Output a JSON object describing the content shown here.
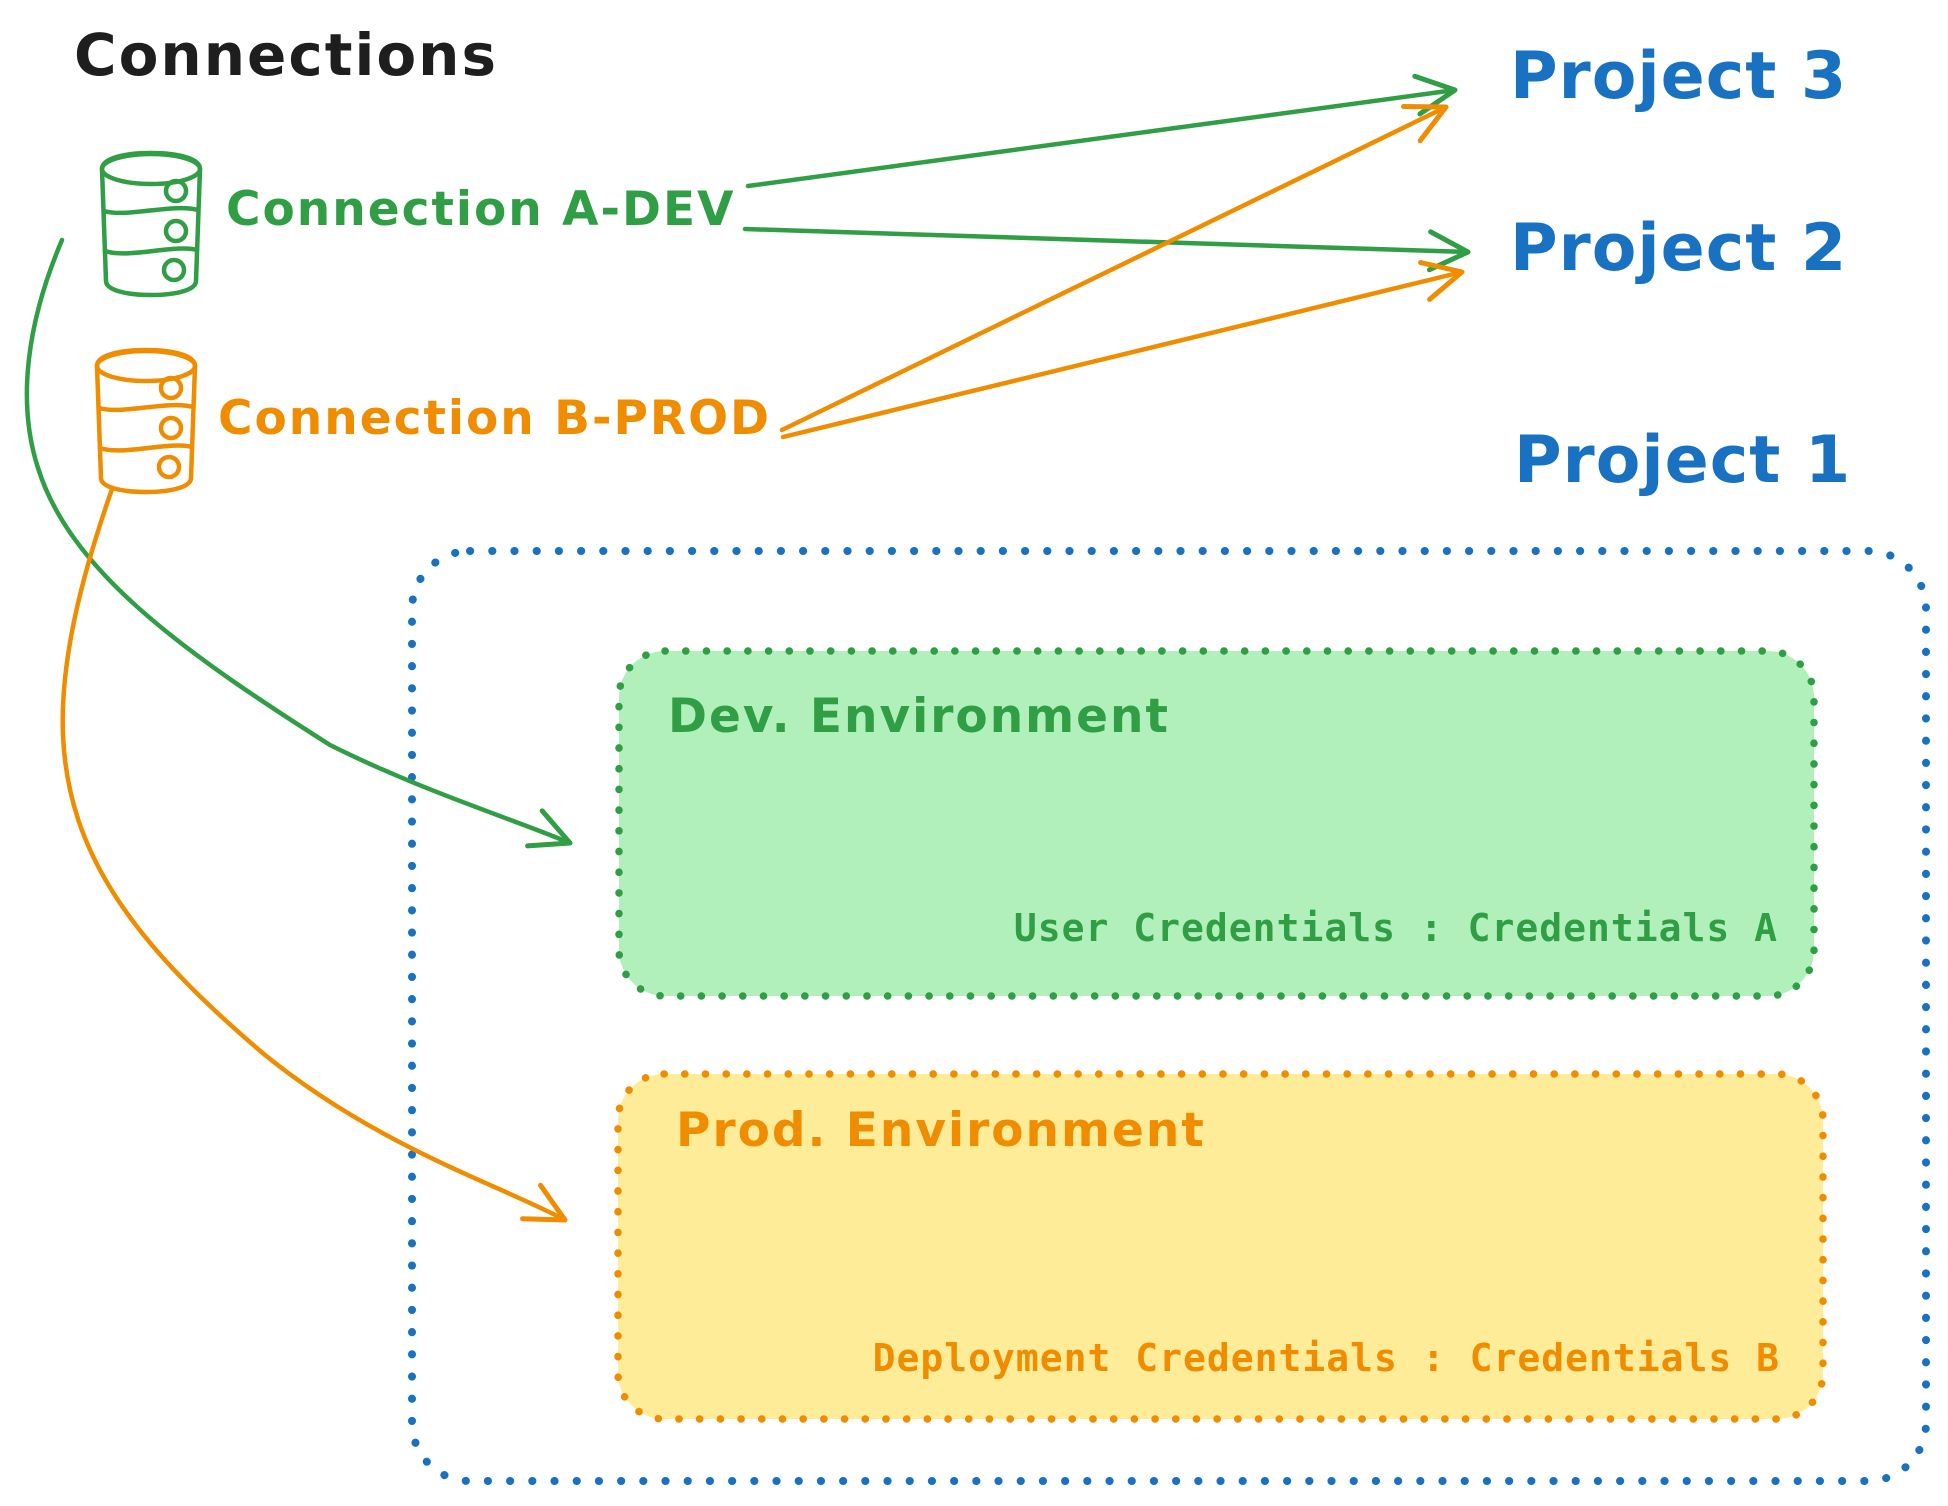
{
  "title": "Connections",
  "colors": {
    "black": "#1e1e1e",
    "blue": "#1971c2",
    "green": "#2f9e44",
    "green_fill": "#b2f0bb",
    "orange": "#f08c00",
    "orange_fill": "#ffec99"
  },
  "connections": [
    {
      "label": "Connection A-DEV",
      "color": "#2f9e44",
      "icon": "database-icon"
    },
    {
      "label": "Connection B-PROD",
      "color": "#f08c00",
      "icon": "database-icon"
    }
  ],
  "projects": [
    {
      "label": "Project 3"
    },
    {
      "label": "Project 2"
    },
    {
      "label": "Project 1"
    }
  ],
  "environments": [
    {
      "title": "Dev. Environment",
      "credentials": "User Credentials : Credentials A",
      "color": "#2f9e44"
    },
    {
      "title": "Prod. Environment",
      "credentials": "Deployment Credentials : Credentials B",
      "color": "#f08c00"
    }
  ],
  "edges": [
    {
      "from": "Connection A-DEV",
      "to": "Project 3",
      "color": "#2f9e44",
      "style": "straight"
    },
    {
      "from": "Connection A-DEV",
      "to": "Project 2",
      "color": "#2f9e44",
      "style": "straight"
    },
    {
      "from": "Connection A-DEV",
      "to": "Dev. Environment",
      "color": "#2f9e44",
      "style": "curved"
    },
    {
      "from": "Connection B-PROD",
      "to": "Project 3",
      "color": "#f08c00",
      "style": "straight"
    },
    {
      "from": "Connection B-PROD",
      "to": "Project 2",
      "color": "#f08c00",
      "style": "straight"
    },
    {
      "from": "Connection B-PROD",
      "to": "Prod. Environment",
      "color": "#f08c00",
      "style": "curved"
    }
  ]
}
